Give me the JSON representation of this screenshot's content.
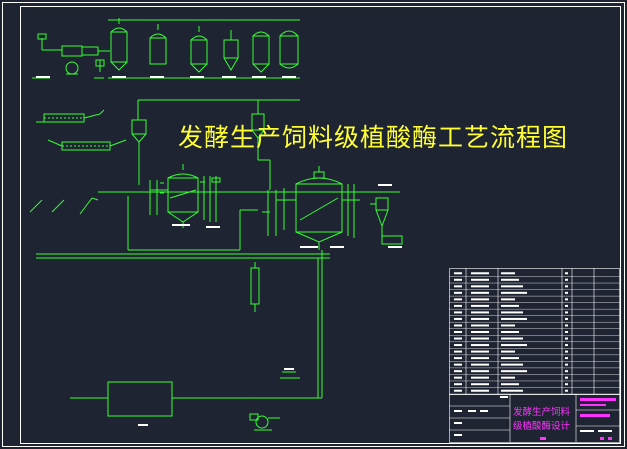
{
  "drawing": {
    "title": "发酵生产饲料级植酸酶工艺流程图",
    "title_block_name_line1": "发酵生产饲料",
    "title_block_name_line2": "级植酸酶设计"
  },
  "colors": {
    "background": "#1f2433",
    "frame": "#ffffff",
    "equipment": "#33ff33",
    "title": "#ffff33",
    "title_block_text": "#ff33ff",
    "accent": "#ff33ff"
  },
  "parts_list": {
    "row_count": 19
  }
}
